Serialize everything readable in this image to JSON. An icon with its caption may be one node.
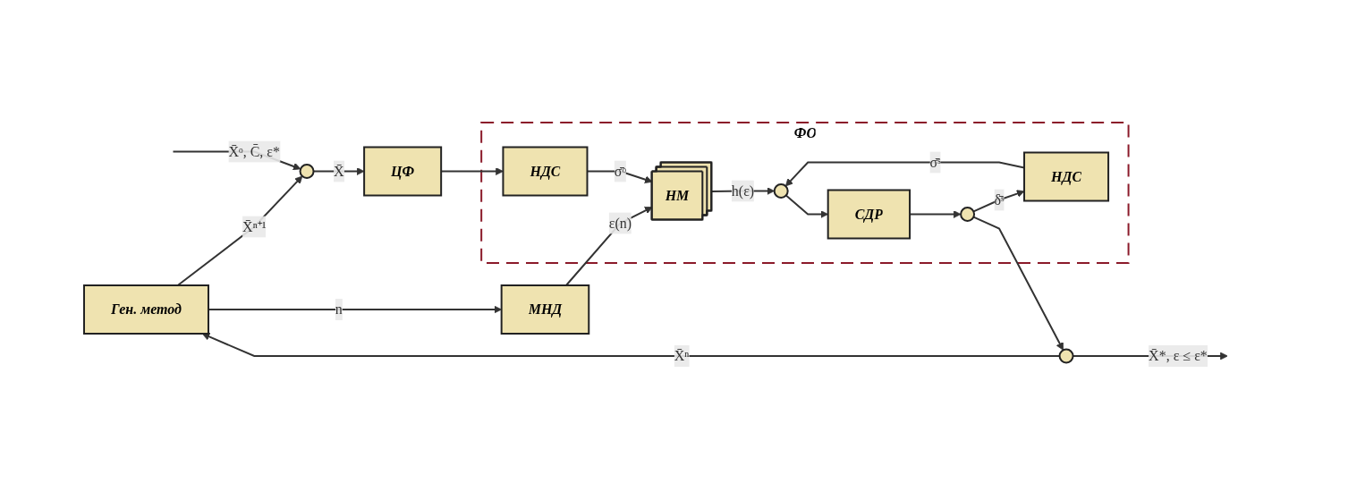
{
  "diagram": {
    "nodes": [
      {
        "text": [
          "Ген. метод"
        ]
      },
      {
        "text": [
          "МНД"
        ]
      },
      {
        "text": [],
        "shape": "circle"
      },
      {
        "text": [
          "ЦФ"
        ]
      },
      {
        "text": [
          "ФО"
        ]
      },
      {
        "text": [
          "НДС"
        ],
        "in": 4
      },
      {
        "text": [
          "НМ"
        ],
        "in": 4
      },
      {
        "text": [],
        "shape": "circle",
        "in": 4
      },
      {
        "text": [
          "СДР"
        ],
        "in": 4
      },
      {
        "text": [],
        "shape": "circle",
        "in": 4
      },
      {
        "text": [
          "НДС"
        ],
        "in": 4
      },
      {
        "text": [],
        "shape": "circle"
      }
    ],
    "edges": [
      {
        "from": 0,
        "to": 2,
        "arrow": "to",
        "label": "X̄ⁿ⁺¹"
      },
      {
        "from": 0,
        "to": 1,
        "arrow": "to",
        "label": "n"
      },
      {
        "from": 1,
        "to": 6,
        "arrow": "to",
        "label": "ε(n)"
      },
      {
        "from": null,
        "to": 2,
        "arrow": "to",
        "label": "X̄ᵒ, C̄, ε*"
      },
      {
        "from": 2,
        "to": 3,
        "arrow": "to",
        "label": "X̄"
      },
      {
        "from": 3,
        "to": 5,
        "arrow": "to"
      },
      {
        "from": 5,
        "to": 6,
        "arrow": "to",
        "label": "σ̄ᵒ"
      },
      {
        "from": 6,
        "to": 7,
        "arrow": "to",
        "label": "h(ε)"
      },
      {
        "from": 7,
        "to": 8,
        "arrow": "to"
      },
      {
        "from": 8,
        "to": 9,
        "arrow": "to"
      },
      {
        "from": 9,
        "to": 11,
        "arrow": "to"
      },
      {
        "from": 9,
        "to": 10,
        "arrow": "to",
        "label": "δ̄ˢ"
      },
      {
        "from": 10,
        "to": 7,
        "arrow": "to",
        "label": "σ̄ˢ"
      },
      {
        "from": 11,
        "to": 0,
        "arrow": "to",
        "label": "X̄ⁿ"
      },
      {
        "from": 11,
        "to": null,
        "arrow": "to",
        "label": "X̄*, ε ≤ ε*"
      }
    ]
  }
}
